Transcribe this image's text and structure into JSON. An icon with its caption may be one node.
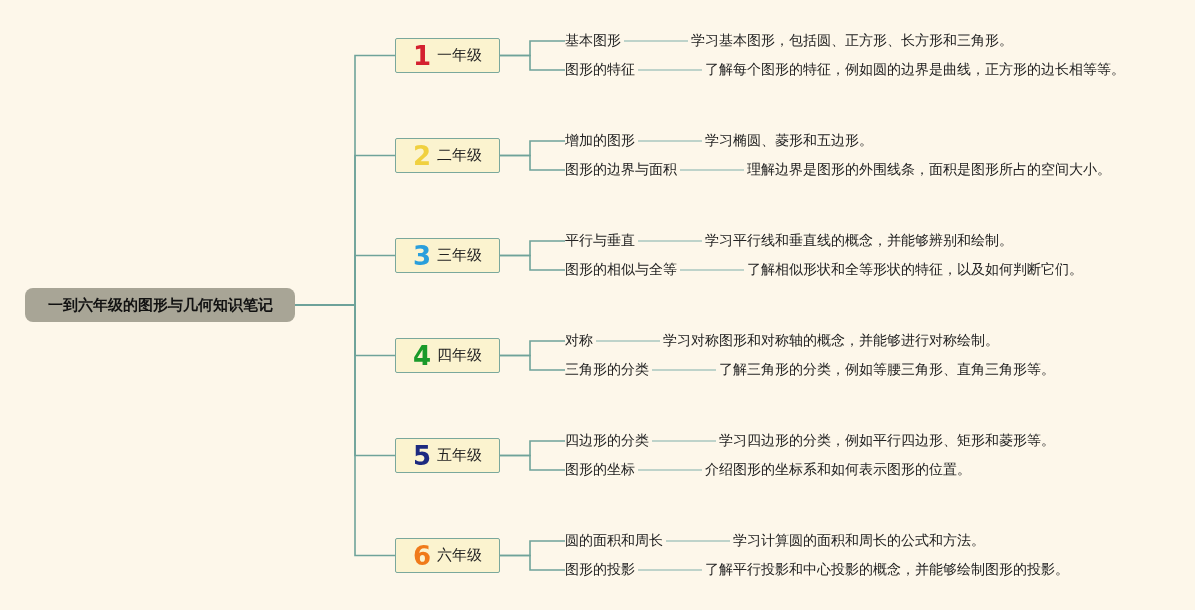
{
  "diagram": {
    "nodes": [
      {
        "text": [
          "一到六年级的图形与几何知识笔记"
        ]
      },
      {
        "text": [
          "1",
          "一年级"
        ]
      },
      {
        "text": [
          "基本图形"
        ]
      },
      {
        "text": [
          "学习基本图形，包括圆、正方形、长方形和三角形。"
        ]
      },
      {
        "text": [
          "图形的特征"
        ]
      },
      {
        "text": [
          "了解每个图形的特征，例如圆的边界是曲线，正方形的边长相等等。"
        ]
      },
      {
        "text": [
          "2",
          "二年级"
        ]
      },
      {
        "text": [
          "增加的图形"
        ]
      },
      {
        "text": [
          "学习椭圆、菱形和五边形。"
        ]
      },
      {
        "text": [
          "图形的边界与面积"
        ]
      },
      {
        "text": [
          "理解边界是图形的外围线条，面积是图形所占的空间大小。"
        ]
      },
      {
        "text": [
          "3",
          "三年级"
        ]
      },
      {
        "text": [
          "平行与垂直"
        ]
      },
      {
        "text": [
          "学习平行线和垂直线的概念，并能够辨别和绘制。"
        ]
      },
      {
        "text": [
          "图形的相似与全等"
        ]
      },
      {
        "text": [
          "了解相似形状和全等形状的特征，以及如何判断它们。"
        ]
      },
      {
        "text": [
          "4",
          "四年级"
        ]
      },
      {
        "text": [
          "对称"
        ]
      },
      {
        "text": [
          "学习对称图形和对称轴的概念，并能够进行对称绘制。"
        ]
      },
      {
        "text": [
          "三角形的分类"
        ]
      },
      {
        "text": [
          "了解三角形的分类，例如等腰三角形、直角三角形等。"
        ]
      },
      {
        "text": [
          "5",
          "五年级"
        ]
      },
      {
        "text": [
          "四边形的分类"
        ]
      },
      {
        "text": [
          "学习四边形的分类，例如平行四边形、矩形和菱形等。"
        ]
      },
      {
        "text": [
          "图形的坐标"
        ]
      },
      {
        "text": [
          "介绍图形的坐标系和如何表示图形的位置。"
        ]
      },
      {
        "text": [
          "6",
          "六年级"
        ]
      },
      {
        "text": [
          "圆的面积和周长"
        ]
      },
      {
        "text": [
          "学习计算圆的面积和周长的公式和方法。"
        ]
      },
      {
        "text": [
          "图形的投影"
        ]
      },
      {
        "text": [
          "了解平行投影和中心投影的概念，并能够绘制图形的投影。"
        ]
      }
    ],
    "edges": [
      {
        "from": 0,
        "to": 1,
        "arrow": "none"
      },
      {
        "from": 0,
        "to": 6,
        "arrow": "none"
      },
      {
        "from": 0,
        "to": 11,
        "arrow": "none"
      },
      {
        "from": 0,
        "to": 16,
        "arrow": "none"
      },
      {
        "from": 0,
        "to": 21,
        "arrow": "none"
      },
      {
        "from": 0,
        "to": 26,
        "arrow": "none"
      },
      {
        "from": 1,
        "to": 2,
        "arrow": "none"
      },
      {
        "from": 1,
        "to": 4,
        "arrow": "none"
      },
      {
        "from": 2,
        "to": 3,
        "arrow": "none"
      },
      {
        "from": 4,
        "to": 5,
        "arrow": "none"
      },
      {
        "from": 6,
        "to": 7,
        "arrow": "none"
      },
      {
        "from": 6,
        "to": 9,
        "arrow": "none"
      },
      {
        "from": 7,
        "to": 8,
        "arrow": "none"
      },
      {
        "from": 9,
        "to": 10,
        "arrow": "none"
      },
      {
        "from": 11,
        "to": 12,
        "arrow": "none"
      },
      {
        "from": 11,
        "to": 14,
        "arrow": "none"
      },
      {
        "from": 12,
        "to": 13,
        "arrow": "none"
      },
      {
        "from": 14,
        "to": 15,
        "arrow": "none"
      },
      {
        "from": 16,
        "to": 17,
        "arrow": "none"
      },
      {
        "from": 16,
        "to": 19,
        "arrow": "none"
      },
      {
        "from": 17,
        "to": 18,
        "arrow": "none"
      },
      {
        "from": 19,
        "to": 20,
        "arrow": "none"
      },
      {
        "from": 21,
        "to": 22,
        "arrow": "none"
      },
      {
        "from": 21,
        "to": 24,
        "arrow": "none"
      },
      {
        "from": 22,
        "to": 23,
        "arrow": "none"
      },
      {
        "from": 24,
        "to": 25,
        "arrow": "none"
      },
      {
        "from": 26,
        "to": 27,
        "arrow": "none"
      },
      {
        "from": 26,
        "to": 29,
        "arrow": "none"
      },
      {
        "from": 27,
        "to": 28,
        "arrow": "none"
      },
      {
        "from": 29,
        "to": 30,
        "arrow": "none"
      }
    ]
  }
}
